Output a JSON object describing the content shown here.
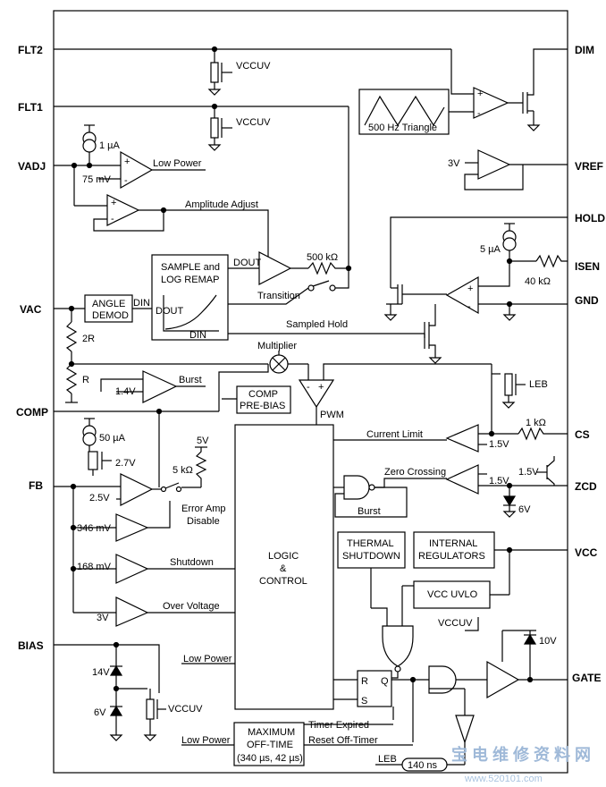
{
  "pins_left": {
    "flt2": "FLT2",
    "flt1": "FLT1",
    "vadj": "VADJ",
    "vac": "VAC",
    "comp": "COMP",
    "fb": "FB",
    "bias": "BIAS"
  },
  "pins_right": {
    "dim": "DIM",
    "vref": "VREF",
    "hold": "HOLD",
    "isen": "ISEN",
    "gnd": "GND",
    "cs": "CS",
    "zcd": "ZCD",
    "vcc": "VCC",
    "gate": "GATE"
  },
  "blocks": {
    "triangle": "500 Hz Triangle",
    "sample_l1": "SAMPLE and",
    "sample_l2": "LOG REMAP",
    "angle_l1": "ANGLE",
    "angle_l2": "DEMOD",
    "comp_l1": "COMP",
    "comp_l2": "PRE-BIAS",
    "logic_l1": "LOGIC",
    "logic_l2": "&",
    "logic_l3": "CONTROL",
    "thermal_l1": "THERMAL",
    "thermal_l2": "SHUTDOWN",
    "internal_l1": "INTERNAL",
    "internal_l2": "REGULATORS",
    "vccuvlo": "VCC UVLO",
    "maxoff_l1": "MAXIMUM",
    "maxoff_l2": "OFF-TIME",
    "maxoff_l3": "(340 µs, 42 µs)",
    "leb_time": "140 ns"
  },
  "signals": {
    "vccuv1": "VCCUV",
    "vccuv2": "VCCUV",
    "vccuv3": "VCCUV",
    "vccuv4": "VCCUV",
    "low_power1": "Low Power",
    "low_power2": "Low Power",
    "low_power3": "Low Power",
    "amp_adjust": "Amplitude Adjust",
    "dout": "DOUT",
    "din": "DIN",
    "dout2": "DOUT",
    "din2": "DIN",
    "transition": "Transition",
    "sampled_hold": "Sampled Hold",
    "multiplier": "Multiplier",
    "burst1": "Burst",
    "burst2": "Burst",
    "pwm": "PWM",
    "current_limit": "Current Limit",
    "zero_crossing": "Zero Crossing",
    "error_amp1": "Error Amp",
    "error_amp2": "Disable",
    "shutdown": "Shutdown",
    "over_voltage": "Over Voltage",
    "timer_expired": "Timer Expired",
    "reset_off_timer": "Reset Off-Timer",
    "leb1": "LEB",
    "leb2": "LEB",
    "r_s": "S",
    "r_r": "R",
    "r_q": "Q"
  },
  "values": {
    "i1ua": "1 µA",
    "v75mv": "75 mV",
    "r500k": "500 kΩ",
    "r2r": "2R",
    "rr": "R",
    "v14": "1.4V",
    "i50ua": "50 µA",
    "v27": "2.7V",
    "v25": "2.5V",
    "v5": "5V",
    "r5k": "5 kΩ",
    "v346": "346 mV",
    "v168": "168 mV",
    "v3": "3V",
    "v14z": "14V",
    "v6z": "6V",
    "v3ref": "3V",
    "i5ua": "5 µA",
    "r40k": "40 kΩ",
    "r1k": "1 kΩ",
    "v15cs": "1.5V",
    "v15zcd": "1.5V",
    "v15zcd2": "1.5V",
    "v6zcd": "6V",
    "v10z": "10V"
  },
  "watermark": {
    "text1": "宝  电  维  修  资  料  网",
    "text2": "www.520101.com"
  }
}
